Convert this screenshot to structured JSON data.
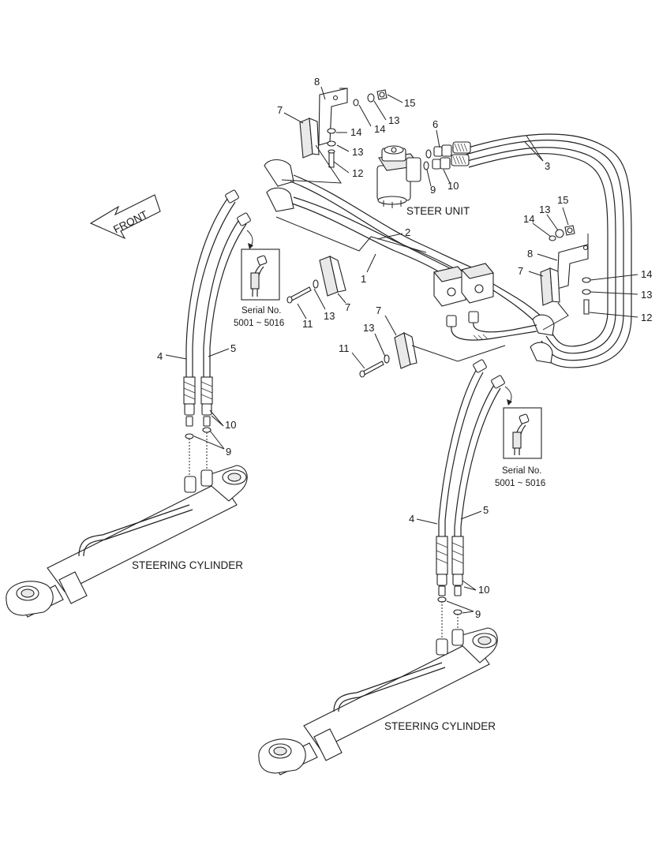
{
  "captions": {
    "steer_unit": "STEER UNIT",
    "steering_cylinder": "STEERING CYLINDER",
    "front": "FRONT"
  },
  "insets": {
    "serial_label": "Serial No.",
    "serial_range": "5001 ~ 5016"
  },
  "callouts": [
    "1",
    "2",
    "3",
    "4",
    "5",
    "6",
    "7",
    "8",
    "9",
    "10",
    "11",
    "12",
    "13",
    "14",
    "15"
  ]
}
